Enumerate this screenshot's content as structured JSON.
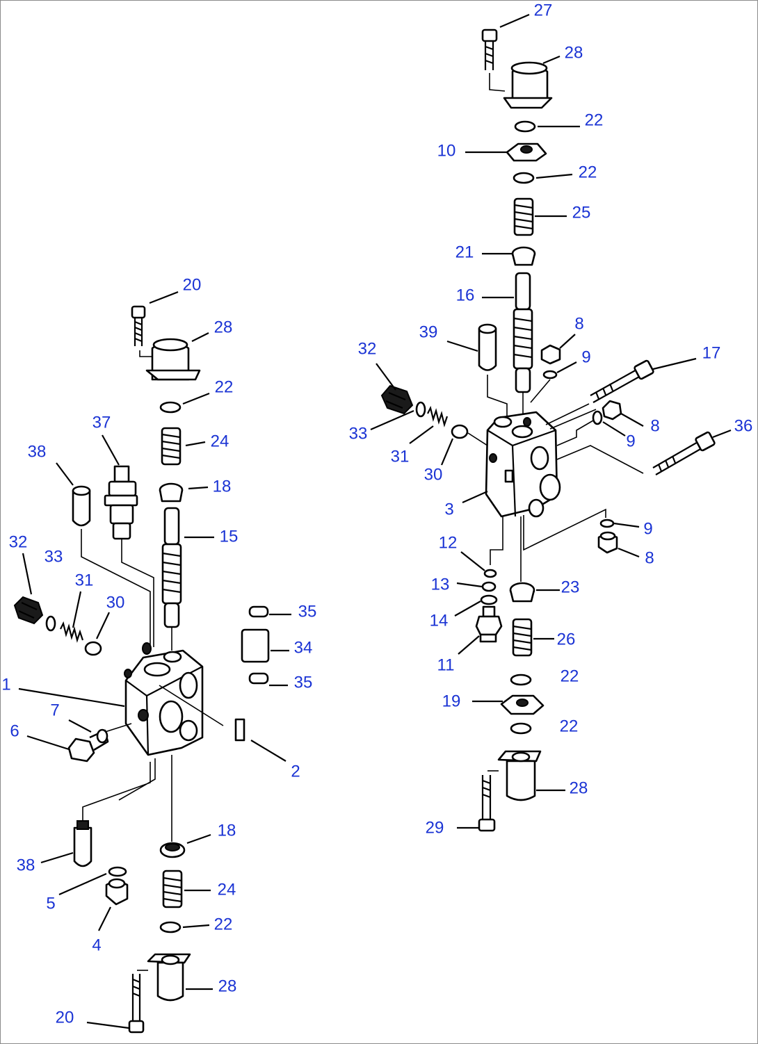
{
  "diagram": {
    "callout_color": "#1a33d4",
    "left_assembly": {
      "callouts": [
        "20",
        "28",
        "22",
        "24",
        "18",
        "15",
        "37",
        "38",
        "32",
        "33",
        "31",
        "30",
        "35",
        "34",
        "35",
        "1",
        "7",
        "6",
        "2",
        "18",
        "38",
        "5",
        "24",
        "22",
        "4",
        "28",
        "20"
      ]
    },
    "right_assembly": {
      "callouts": [
        "27",
        "28",
        "22",
        "10",
        "22",
        "25",
        "21",
        "16",
        "8",
        "9",
        "39",
        "32",
        "17",
        "33",
        "31",
        "30",
        "8",
        "9",
        "36",
        "3",
        "9",
        "12",
        "8",
        "13",
        "23",
        "14",
        "26",
        "11",
        "22",
        "19",
        "22",
        "28",
        "29"
      ]
    }
  }
}
